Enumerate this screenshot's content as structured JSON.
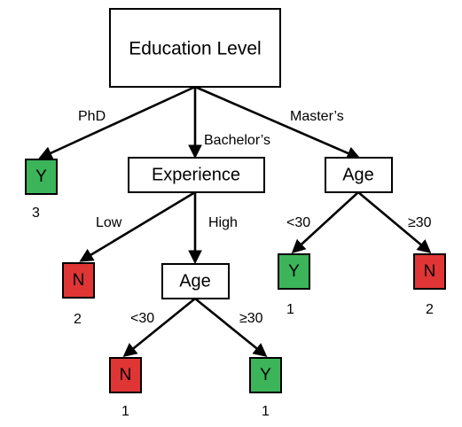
{
  "colors": {
    "yes": "#3cb55a",
    "no": "#e03535",
    "box": "#ffffff",
    "line": "#000000"
  },
  "nodes": {
    "root": {
      "label": "Education Level"
    },
    "experience": {
      "label": "Experience"
    },
    "age_masters": {
      "label": "Age"
    },
    "age_high": {
      "label": "Age"
    }
  },
  "leaves": {
    "phd": {
      "label": "Y",
      "count": "3",
      "outcome": "yes"
    },
    "low": {
      "label": "N",
      "count": "2",
      "outcome": "no"
    },
    "masters_young": {
      "label": "Y",
      "count": "1",
      "outcome": "yes"
    },
    "masters_old": {
      "label": "N",
      "count": "2",
      "outcome": "no"
    },
    "high_young": {
      "label": "N",
      "count": "1",
      "outcome": "no"
    },
    "high_old": {
      "label": "Y",
      "count": "1",
      "outcome": "yes"
    }
  },
  "edges": {
    "phd": "PhD",
    "bachelors": "Bachelor’s",
    "masters": "Master’s",
    "low": "Low",
    "high": "High",
    "masters_lt30": "<30",
    "masters_ge30": "≥30",
    "high_lt30": "<30",
    "high_ge30": "≥30"
  }
}
